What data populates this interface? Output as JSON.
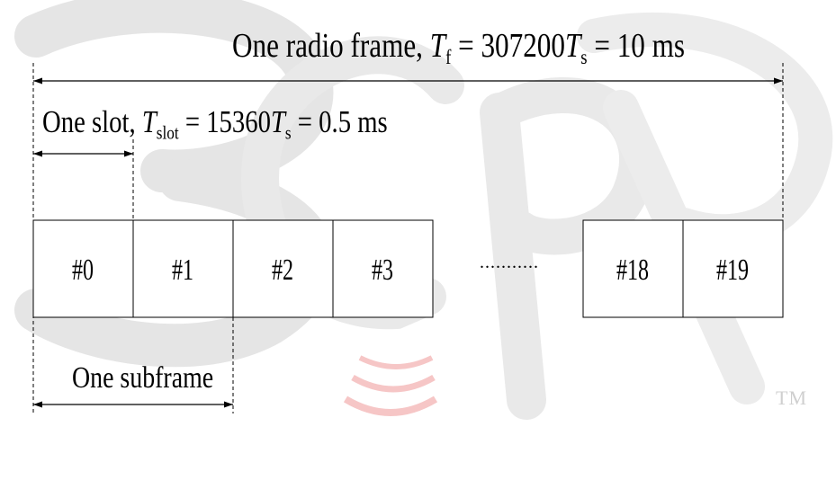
{
  "title": {
    "prefix": "One radio frame, ",
    "T": "T",
    "sub": "f",
    "eq": " = 307200",
    "T2": "T",
    "sub2": "s",
    "tail": " = 10 ms"
  },
  "slot_label": {
    "prefix": "One slot, ",
    "T": "T",
    "sub": "slot",
    "eq": " = 15360",
    "T2": "T",
    "sub2": "s",
    "tail": " = 0.5 ms"
  },
  "subframe_label": "One subframe",
  "slots": [
    "#0",
    "#1",
    "#2",
    "#3",
    "#18",
    "#19"
  ],
  "ellipsis": "...........",
  "watermark_tm": "TM",
  "colors": {
    "line": "#000000",
    "watermark_gray": "#e5e5e5",
    "watermark_red": "#f6c6c6"
  }
}
